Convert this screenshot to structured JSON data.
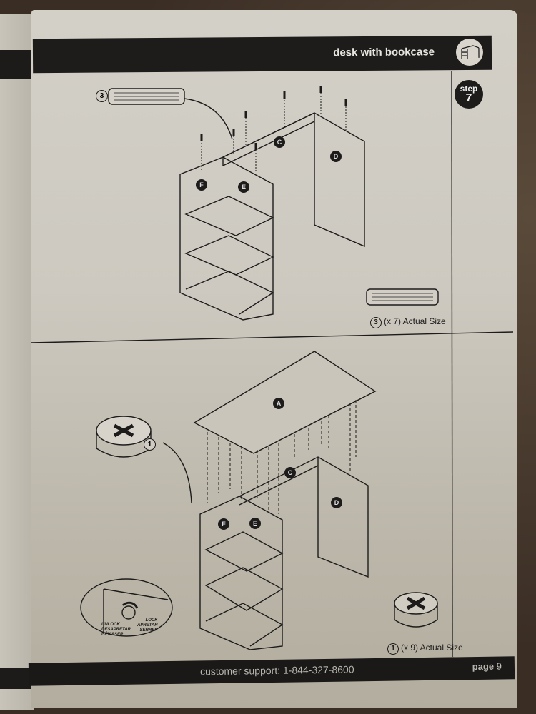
{
  "header": {
    "title": "desk with bookcase",
    "logo_icon": "desk-bookcase-icon"
  },
  "step": {
    "label": "step",
    "number": "7"
  },
  "top_panel": {
    "callout": "3",
    "parts": [
      "C",
      "D",
      "E",
      "F"
    ],
    "caption_num": "3",
    "caption_text": "(x 7) Actual Size"
  },
  "bottom_panel": {
    "callout": "1",
    "parts": [
      "A",
      "C",
      "D",
      "E",
      "F"
    ],
    "lock_detail": {
      "unlock": "UNLOCK",
      "unlock_es": "DESAPRETAR",
      "unlock_fr": "DÉVISSER",
      "lock": "LOCK",
      "lock_es": "APRETAR",
      "lock_fr": "SERRER"
    },
    "caption_num": "1",
    "caption_text": "(x 9) Actual Size"
  },
  "footer": {
    "support": "customer support: 1-844-327-8600",
    "page_label": "page",
    "page_number": "9"
  }
}
